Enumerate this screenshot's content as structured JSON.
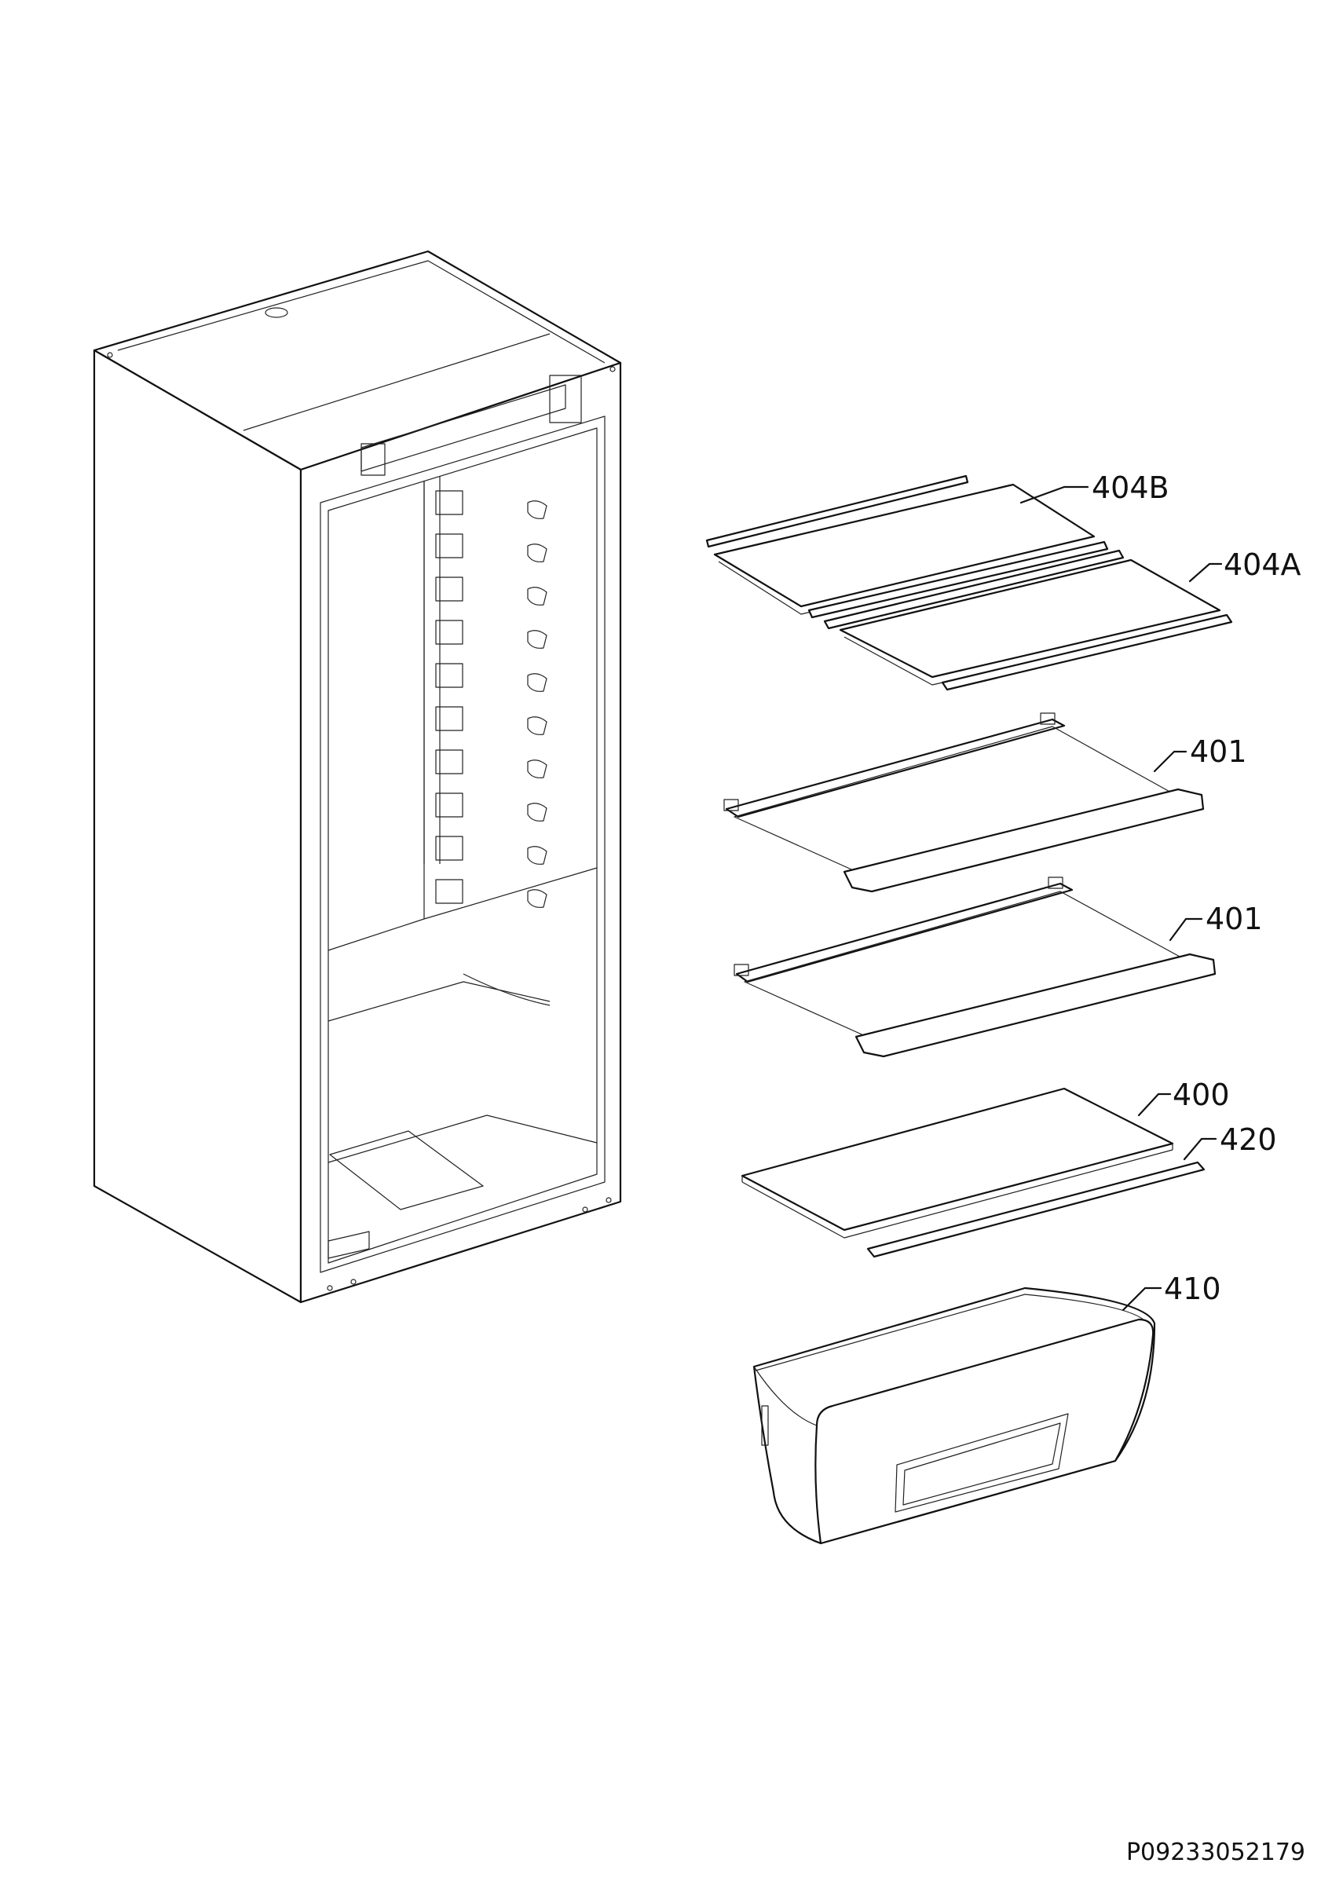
{
  "callouts": [
    {
      "id": "404b",
      "label": "404B"
    },
    {
      "id": "404a",
      "label": "404A"
    },
    {
      "id": "401-upper",
      "label": "401"
    },
    {
      "id": "401-lower",
      "label": "401"
    },
    {
      "id": "400",
      "label": "400"
    },
    {
      "id": "420",
      "label": "420"
    },
    {
      "id": "410",
      "label": "410"
    }
  ],
  "document": {
    "code": "P09233052179"
  }
}
